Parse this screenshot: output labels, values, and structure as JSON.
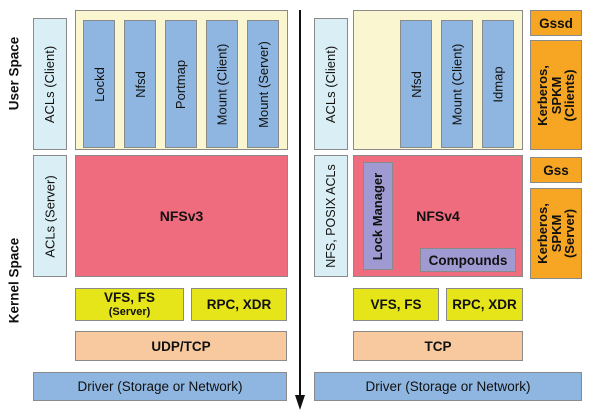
{
  "labels": {
    "user_space": "User Space",
    "kernel_space": "Kernel Space"
  },
  "left": {
    "acl_client": "ACLs (Client)",
    "acl_server": "ACLs (Server)",
    "daemons": [
      "Lockd",
      "Nfsd",
      "Portmap",
      "Mount (Client)",
      "Mount (Server)"
    ],
    "nfs_core": "NFSv3",
    "vfs": "VFS, FS",
    "vfs_sub": "(Server)",
    "rpc": "RPC, XDR",
    "transport": "UDP/TCP",
    "driver": "Driver (Storage or Network)"
  },
  "right": {
    "acl_client": "ACLs (Client)",
    "acl_server": "NFS, POSIX ACLs",
    "daemons": [
      "Nfsd",
      "Mount (Client)",
      "Idmap"
    ],
    "gssd": "Gssd",
    "kerberos_clients": "Kerberos, SPKM (Clients)",
    "gss": "Gss",
    "kerberos_server": "Kerberos, SPKM (Server)",
    "nfs_core": "NFSv4",
    "lock_manager": "Lock Manager",
    "compounds": "Compounds",
    "vfs": "VFS, FS",
    "rpc": "RPC, XDR",
    "transport": "TCP",
    "driver": "Driver (Storage or Network)"
  },
  "colors": {
    "light_blue": "#d9eff5",
    "blue": "#8fb6e0",
    "cream": "#faf6cf",
    "pink": "#ef6b7e",
    "yellow": "#e6e51a",
    "peach": "#f8c99e",
    "orange": "#f6a622",
    "lavender": "#a09ad2"
  }
}
